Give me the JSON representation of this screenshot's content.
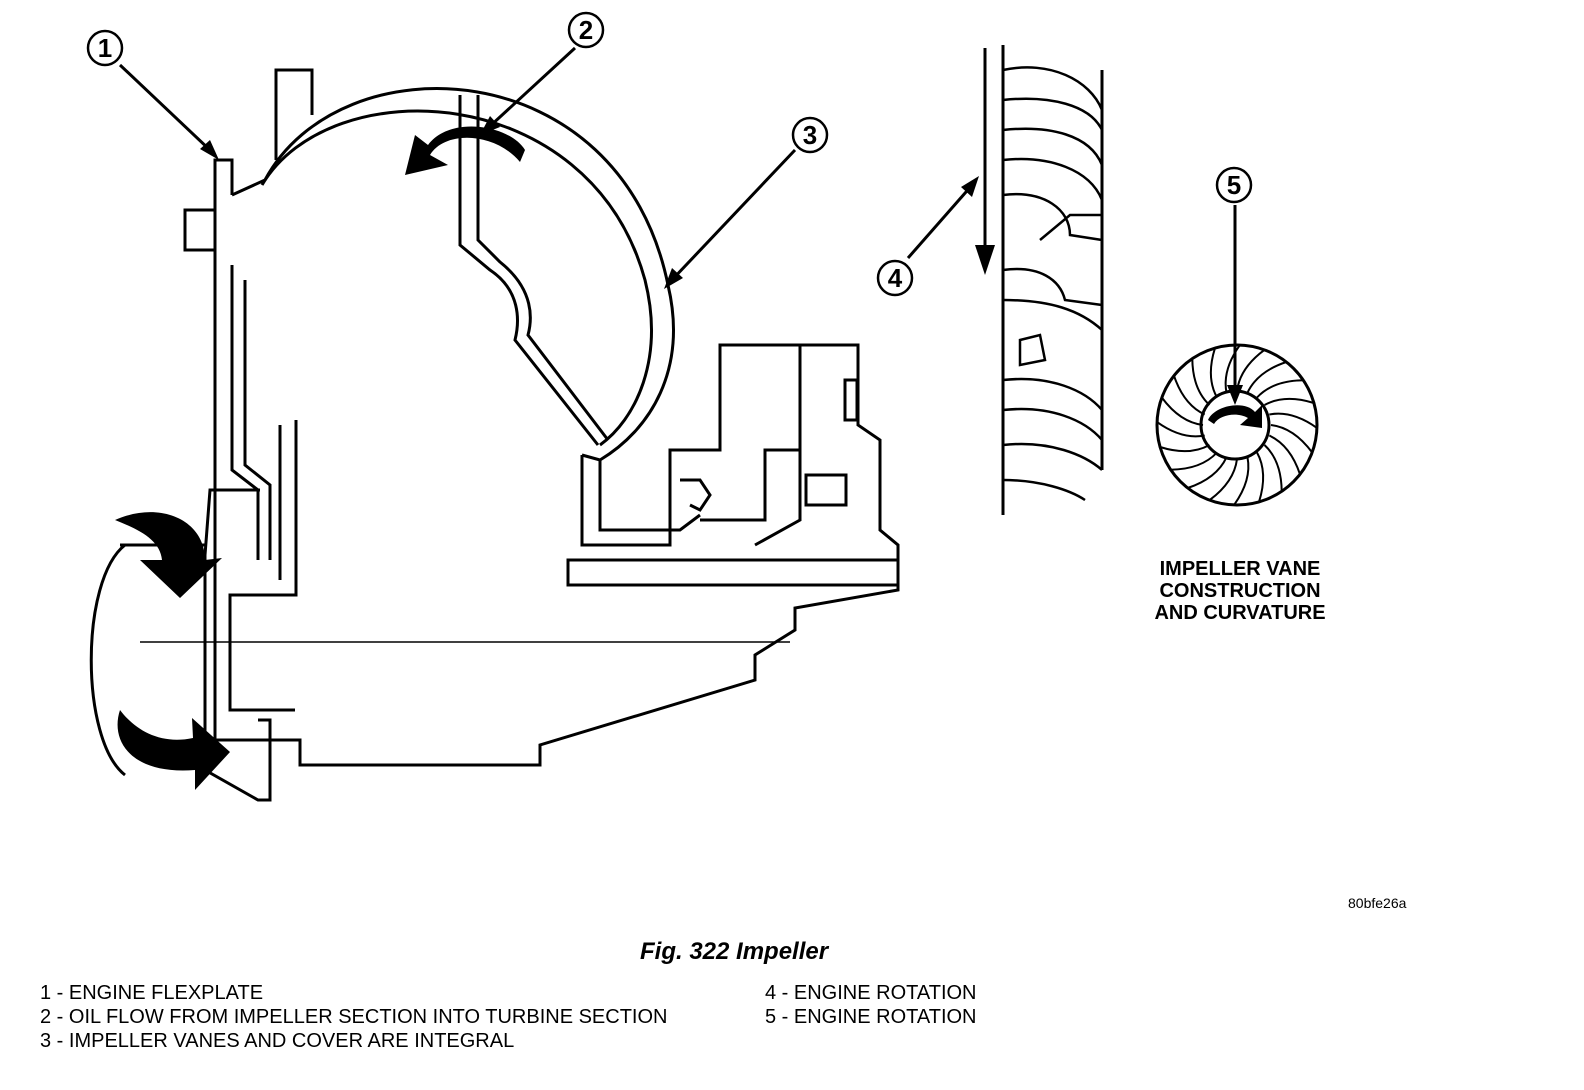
{
  "callouts": [
    {
      "num": "1"
    },
    {
      "num": "2"
    },
    {
      "num": "3"
    },
    {
      "num": "4"
    },
    {
      "num": "5"
    }
  ],
  "inset_caption": [
    "IMPELLER VANE",
    "CONSTRUCTION",
    "AND CURVATURE"
  ],
  "figure_code": "80bfe26a",
  "figure_title": "Fig. 322 Impeller",
  "legend_left": [
    "1 - ENGINE FLEXPLATE",
    "2 - OIL FLOW FROM IMPELLER SECTION INTO TURBINE SECTION",
    "3 - IMPELLER VANES AND COVER ARE INTEGRAL"
  ],
  "legend_right": [
    "4 - ENGINE ROTATION",
    "5 - ENGINE ROTATION"
  ]
}
